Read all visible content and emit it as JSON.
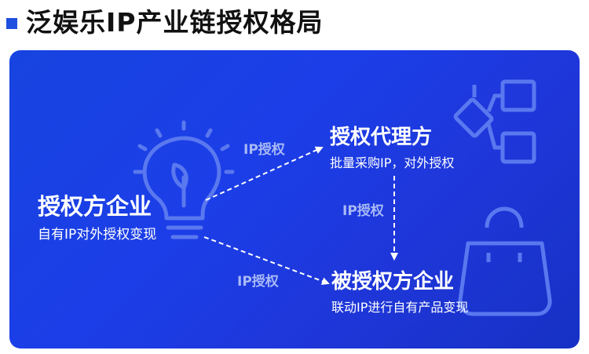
{
  "header": {
    "title": "泛娱乐IP产业链授权格局"
  },
  "nodes": {
    "licensor": {
      "title": "授权方企业",
      "subtitle": "自有IP对外授权变现"
    },
    "agent": {
      "title": "授权代理方",
      "subtitle": "批量采购IP，对外授权"
    },
    "licensee": {
      "title": "被授权方企业",
      "subtitle": "联动IP进行自有产品变现"
    }
  },
  "edges": {
    "licensor_to_agent": "IP授权",
    "agent_to_licensee": "IP授权",
    "licensor_to_licensee": "IP授权"
  },
  "colors": {
    "accent": "#1e4fe0",
    "panel": "#1c3ee8",
    "icon_outline": "#5a78ef",
    "edge_label": "#a8b9f5"
  },
  "icons": [
    "lightbulb-icon",
    "hierarchy-icon",
    "shopping-bag-icon"
  ]
}
